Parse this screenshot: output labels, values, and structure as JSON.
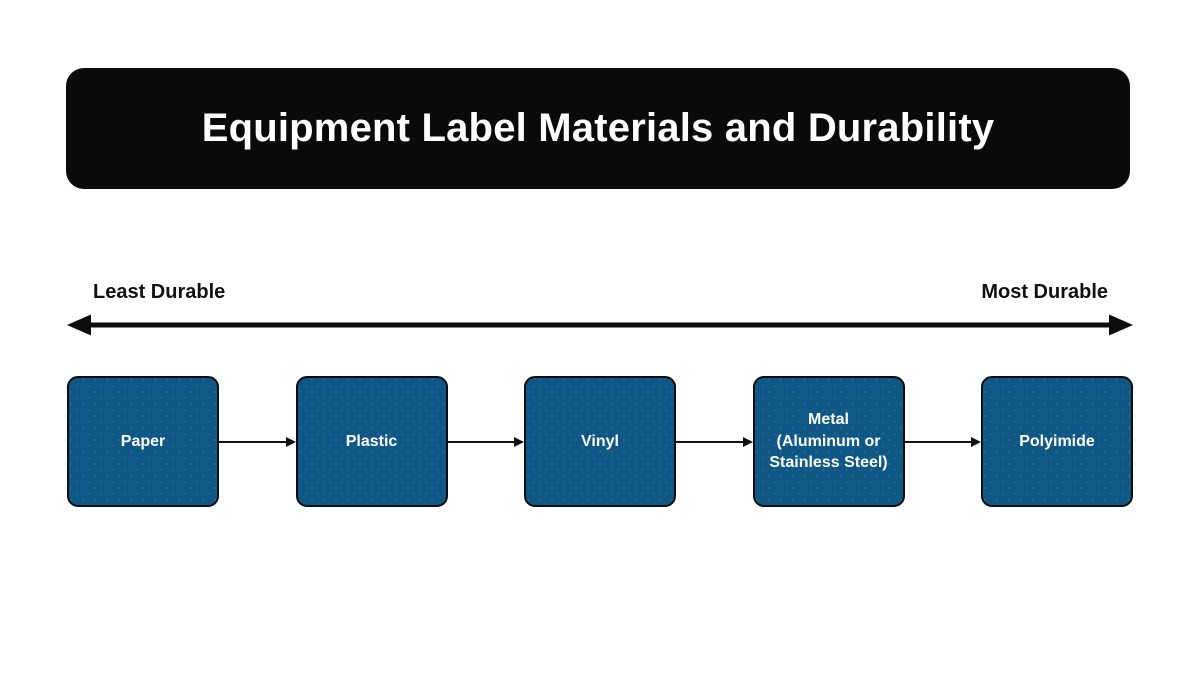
{
  "title": "Equipment Label Materials and Durability",
  "scale": {
    "left_label": "Least Durable",
    "right_label": "Most Durable"
  },
  "nodes": [
    {
      "label": "Paper"
    },
    {
      "label": "Plastic"
    },
    {
      "label": "Vinyl"
    },
    {
      "label": "Metal\n(Aluminum or\nStainless Steel)"
    },
    {
      "label": "Polyimide"
    }
  ],
  "colors": {
    "page_bg": "#ffffff",
    "banner_bg": "#0a0a0a",
    "title_text": "#ffffff",
    "label_text": "#111111",
    "axis_arrow": "#0d0d0d",
    "node_fill": "#0f5886",
    "node_dot": "#1e6693",
    "node_border": "#0d0d0d",
    "node_text": "#ffffff",
    "connector": "#111111"
  }
}
